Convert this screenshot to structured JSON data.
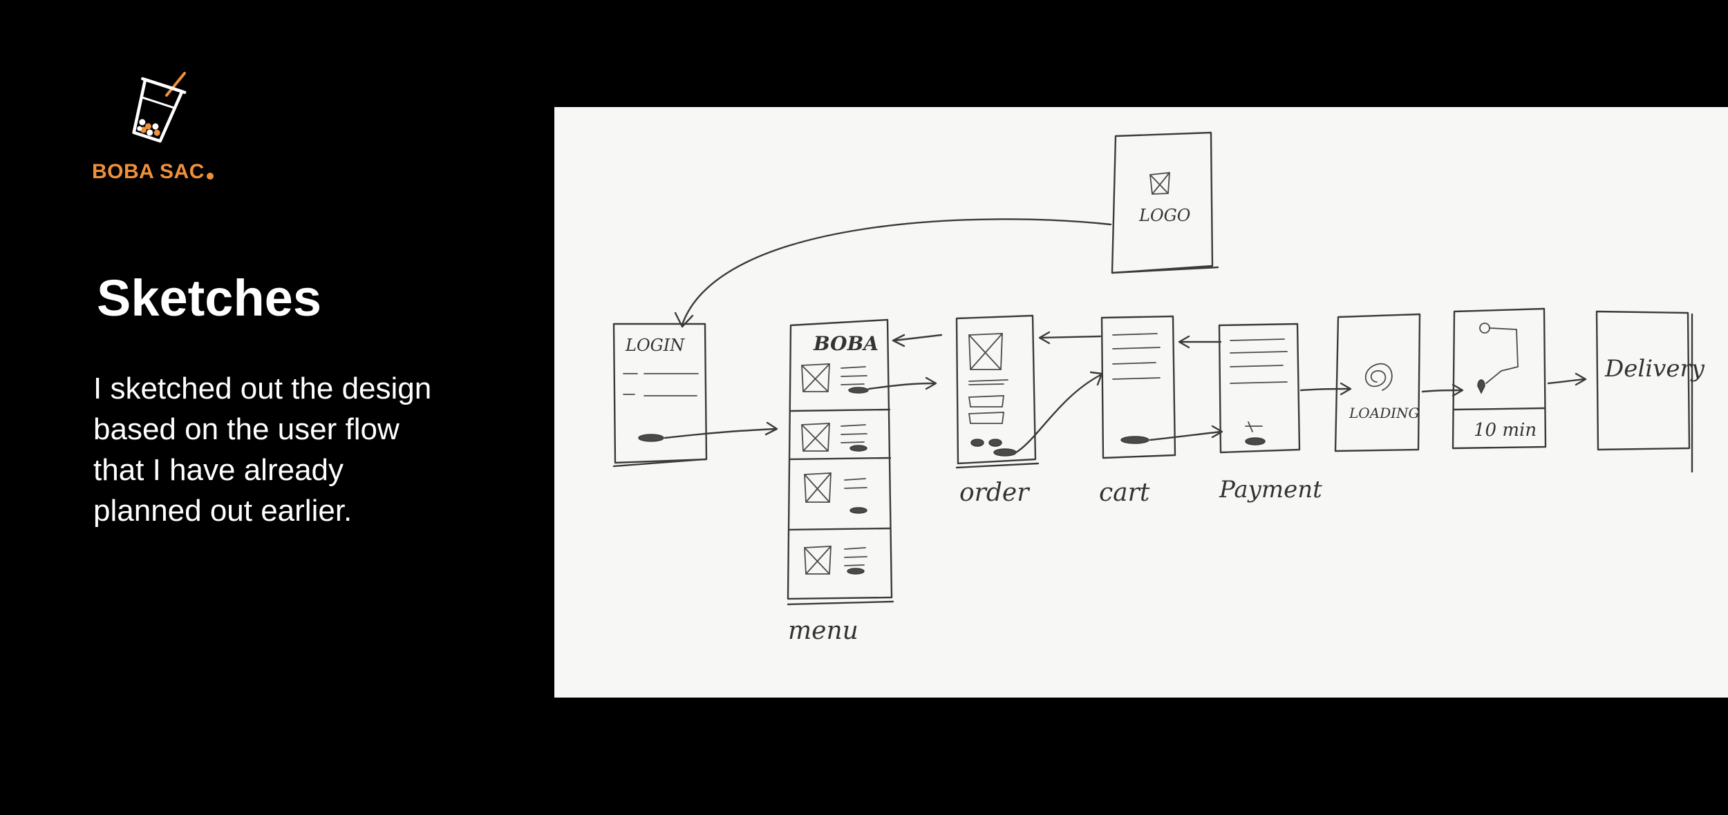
{
  "brand": {
    "name": "BOBA SAC",
    "accent_color": "#f0913a",
    "icon": "boba-cup-icon"
  },
  "section": {
    "title": "Sketches",
    "description": "I sketched out the design based on the user flow that I have already planned out earlier."
  },
  "sketch": {
    "screens": [
      {
        "id": "logo",
        "label": "LOGO"
      },
      {
        "id": "login",
        "label": "LOGIN"
      },
      {
        "id": "menu",
        "header": "BOBA",
        "caption": "menu"
      },
      {
        "id": "order",
        "caption": "order"
      },
      {
        "id": "cart",
        "caption": "cart"
      },
      {
        "id": "payment",
        "caption": "Payment"
      },
      {
        "id": "loading",
        "label": "LOADING"
      },
      {
        "id": "tracking",
        "label": "10 min"
      },
      {
        "id": "delivery",
        "label": "Delivery"
      }
    ]
  }
}
